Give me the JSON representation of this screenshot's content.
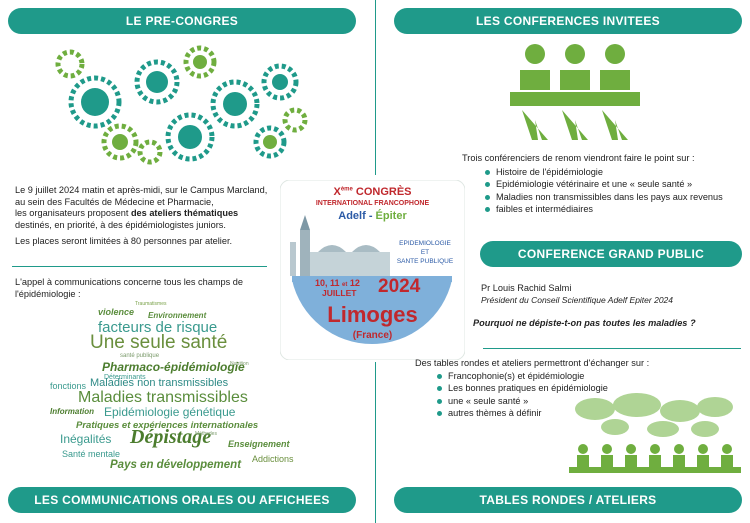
{
  "banners": {
    "pre_congres": "LE PRE-CONGRES",
    "conferences": "LES CONFERENCES INVITEES",
    "grand_public": "CONFERENCE GRAND PUBLIC",
    "communications": "LES COMMUNICATIONS ORALES OU AFFICHEES",
    "tables_rondes": "TABLES RONDES / ATELIERS"
  },
  "pre_congres": {
    "line1": "Le 9 juillet 2024 matin et après-midi, sur le Campus Marcland,",
    "line2": "au sein des Facultés de Médecine et Pharmacie,",
    "line3a": "les organisateurs proposent ",
    "line3b": "des ateliers thématiques",
    "line4": "destinés, en priorité, à des épidémiologistes juniors.",
    "line5": "Les places seront limitées à 80 personnes par atelier."
  },
  "communications": {
    "intro1": "L'appel à communications concerne tous les champs de",
    "intro2": "l'épidémiologie :"
  },
  "conferences": {
    "intro": "Trois conférenciers de renom viendront faire le point sur :",
    "items": [
      "Histoire de l'épidémiologie",
      "Epidémiologie vétérinaire et une « seule santé »",
      "Maladies non transmissibles dans les pays aux revenus",
      "faibles et intermédiaires"
    ]
  },
  "grand_public": {
    "speaker": "Pr Louis Rachid Salmi",
    "role": "Président du Conseil Scientifique Adelf Epiter 2024",
    "question": "Pourquoi ne dépiste-t-on pas toutes les maladies ?"
  },
  "tables": {
    "intro": "Des tables rondes et ateliers permettront d'échanger sur :",
    "items": [
      "Francophonie(s) et épidémiologie",
      "Les bonnes pratiques en épidémiologie",
      "une « seule santé »",
      "autres thèmes à définir"
    ]
  },
  "poster": {
    "edition_x": "X",
    "edition_eme": "ème",
    "congres": " CONGRÈS",
    "international": "INTERNATIONAL FRANCOPHONE",
    "adelf": "Adelf",
    "dash": " - ",
    "epiter": "Épiter",
    "epidemiologie": "EPIDEMIOLOGIE",
    "et": "ET",
    "sante": "SANTE PUBLIQUE",
    "dates": "10, 11",
    "et2": "et",
    "day12": "12",
    "juillet": "JUILLET",
    "year": "2024",
    "city": "Limoges",
    "country": "(France)"
  },
  "wordcloud": [
    "violence",
    "Environnement",
    "facteurs de risque",
    "Une seule santé",
    "santé publique",
    "Pharmaco-épidémiologie",
    "Déterminants",
    "fonctions",
    "Maladies non transmissibles",
    "Maladies transmissibles",
    "Information",
    "Epidémiologie génétique",
    "Pratiques et expériences internationales",
    "Inégalités",
    "Dépistage",
    "Enseignement",
    "Santé mentale",
    "Pays en développement",
    "Addictions",
    "Traumatismes",
    "Méthodes",
    "Nutrition"
  ],
  "colors": {
    "teal": "#1f9a8a",
    "green": "#6fae3f",
    "red": "#c0282d",
    "blue": "#2b5aa6"
  }
}
